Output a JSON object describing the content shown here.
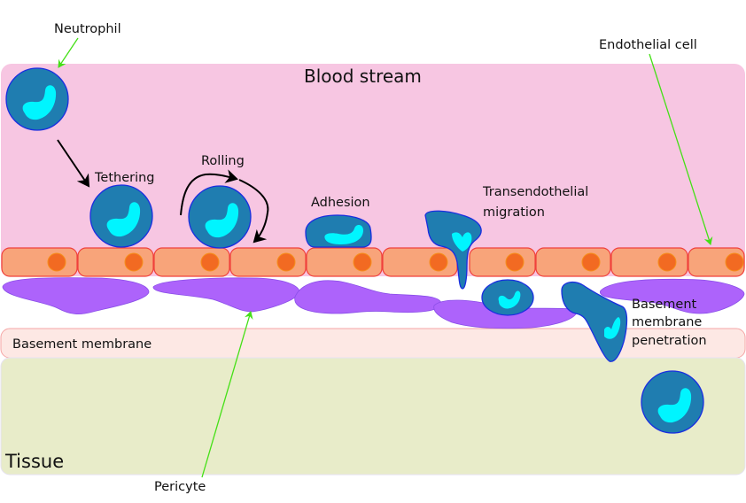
{
  "regions": {
    "blood_stream": "Blood stream",
    "basement_membrane": "Basement membrane",
    "tissue": "Tissue"
  },
  "labels": {
    "neutrophil": "Neutrophil",
    "endothelial_cell": "Endothelial cell",
    "pericyte": "Pericyte",
    "tethering": "Tethering",
    "rolling": "Rolling",
    "adhesion": "Adhesion",
    "transendothelial_1": "Transendothelial",
    "transendothelial_2": "migration",
    "bm_penetration_1": "Basement",
    "bm_penetration_2": "membrane",
    "bm_penetration_3": "penetration"
  },
  "colors": {
    "blood_stream": "#f7c6e2",
    "basement_membrane": "#fde8e4",
    "basement_membrane_border": "#f5a6a6",
    "tissue": "#e8ecc9",
    "endothelial_fill": "#f8a47a",
    "endothelial_border": "#f0403c",
    "endothelial_nucleus": "#f26a22",
    "pericyte": "#ad63fb",
    "neutrophil": "#1f7db0",
    "neutrophil_border": "#1a2ee0",
    "neutrophil_nucleus": "#00f5ff",
    "pointer": "#44e016"
  }
}
